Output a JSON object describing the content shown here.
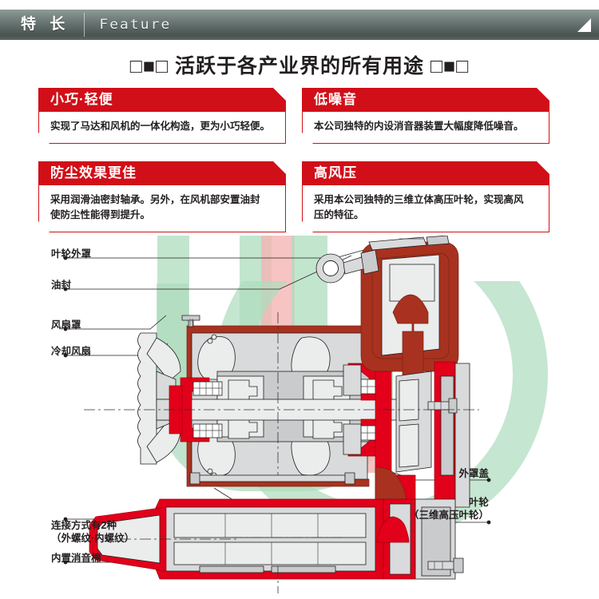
{
  "header": {
    "title_cn": "特 长",
    "title_en": "Feature",
    "corner_icon": "corner-triangle-icon"
  },
  "page_title": "□■□ 活跃于各产业界的所有用途 □■□",
  "colors": {
    "brand_red": "#d10f18",
    "header_gray": "#5f6b68",
    "watermark_green": "#aedcbe",
    "watermark_pink": "#f4b5b4",
    "diagram_red": "#e2001a",
    "diagram_gray": "#d9dadb",
    "text_dark": "#231f20"
  },
  "cards": [
    {
      "title": "小巧·轻便",
      "lines": [
        "实现了马达和风机的一体化构造，更为小巧轻便。"
      ]
    },
    {
      "title": "低噪音",
      "lines": [
        "本公司独特的内设消音器装置大幅度降低噪音。"
      ]
    },
    {
      "title": "防尘效果更佳",
      "lines": [
        "采用润滑油密封轴承。另外，在风机部安置油封",
        "使防尘性能得到提升。"
      ]
    },
    {
      "title": "高风压",
      "lines": [
        "采用本公司独特的三维立体高压叶轮，实现高风",
        "压的特征。"
      ]
    }
  ],
  "diagram": {
    "name": "blower-cutaway-diagram",
    "callouts_left": [
      {
        "text": "叶轮外罩"
      },
      {
        "text": "油封"
      },
      {
        "text": "风扇罩"
      },
      {
        "text": "冷却风扇"
      }
    ],
    "callouts_bottom_left": [
      {
        "line1": "连接方式有2种",
        "line2": "（外螺纹·内螺纹）"
      },
      {
        "line1": "内置消音棉",
        "line2": ""
      }
    ],
    "callouts_right": [
      {
        "line1": "外罩盖",
        "line2": ""
      },
      {
        "line1": "叶轮",
        "line2": "（三维高压叶轮）"
      }
    ]
  }
}
